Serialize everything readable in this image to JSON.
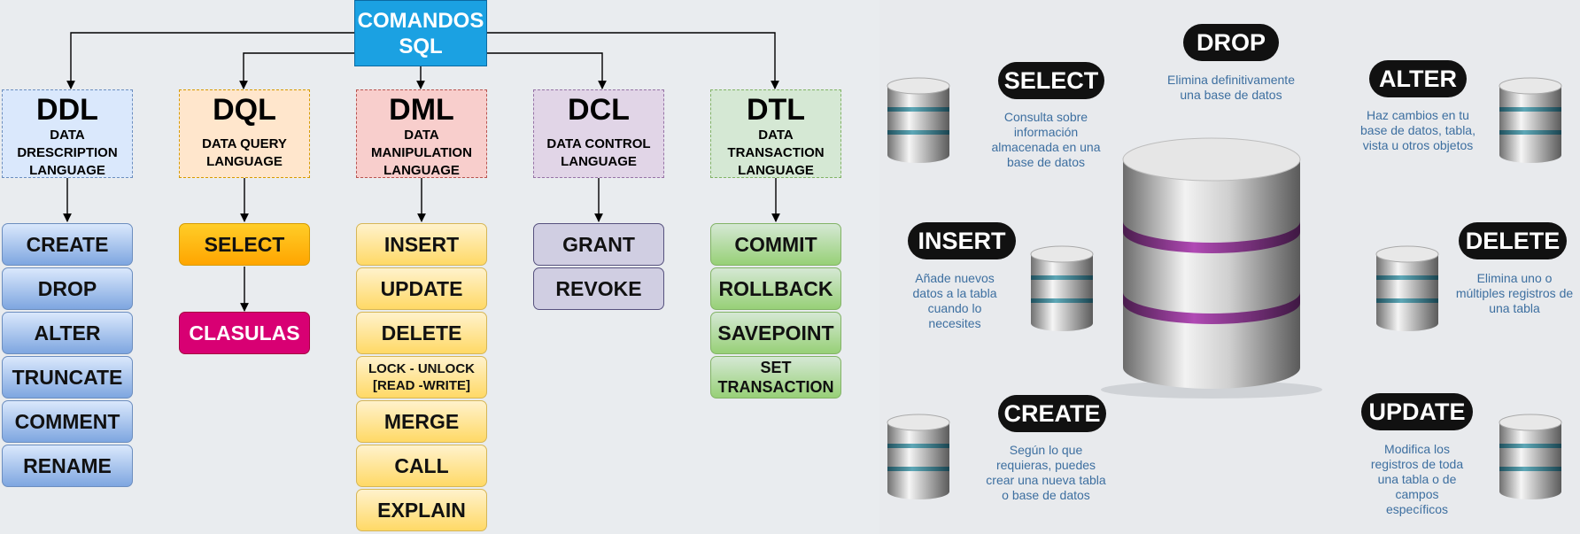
{
  "root": {
    "line1": "COMANDOS",
    "line2": "SQL"
  },
  "categories": [
    {
      "code": "DDL",
      "full": "DATA DRESCRIPTION LANGUAGE",
      "commands": [
        "CREATE",
        "DROP",
        "ALTER",
        "TRUNCATE",
        "COMMENT",
        "RENAME"
      ]
    },
    {
      "code": "DQL",
      "full": "DATA QUERY LANGUAGE",
      "commands": [
        "SELECT"
      ],
      "sub": "CLASULAS"
    },
    {
      "code": "DML",
      "full": "DATA MANIPULATION LANGUAGE",
      "commands": [
        "INSERT",
        "UPDATE",
        "DELETE",
        "LOCK - UNLOCK [READ -WRITE]",
        "MERGE",
        "CALL",
        "EXPLAIN"
      ]
    },
    {
      "code": "DCL",
      "full": "DATA CONTROL LANGUAGE",
      "commands": [
        "GRANT",
        "REVOKE"
      ]
    },
    {
      "code": "DTL",
      "full": "DATA TRANSACTION LANGUAGE",
      "commands": [
        "COMMIT",
        "ROLLBACK",
        "SAVEPOINT",
        "SET TRANSACTION"
      ]
    }
  ],
  "infographic": {
    "drop": {
      "label": "DROP",
      "desc": "Elimina definitivamente una base de datos"
    },
    "select": {
      "label": "SELECT",
      "desc": "Consulta sobre información almacenada en una base de datos"
    },
    "alter": {
      "label": "ALTER",
      "desc": "Haz cambios en tu base de datos, tabla, vista u otros objetos"
    },
    "insert": {
      "label": "INSERT",
      "desc": "Añade nuevos datos a la tabla cuando lo necesites"
    },
    "delete": {
      "label": "DELETE",
      "desc": "Elimina uno o múltiples registros de una tabla"
    },
    "create": {
      "label": "CREATE",
      "desc": "Según lo que requieras, puedes crear una nueva tabla o base de datos"
    },
    "update": {
      "label": "UPDATE",
      "desc": "Modifica los registros de toda una tabla o de campos específicos"
    }
  }
}
